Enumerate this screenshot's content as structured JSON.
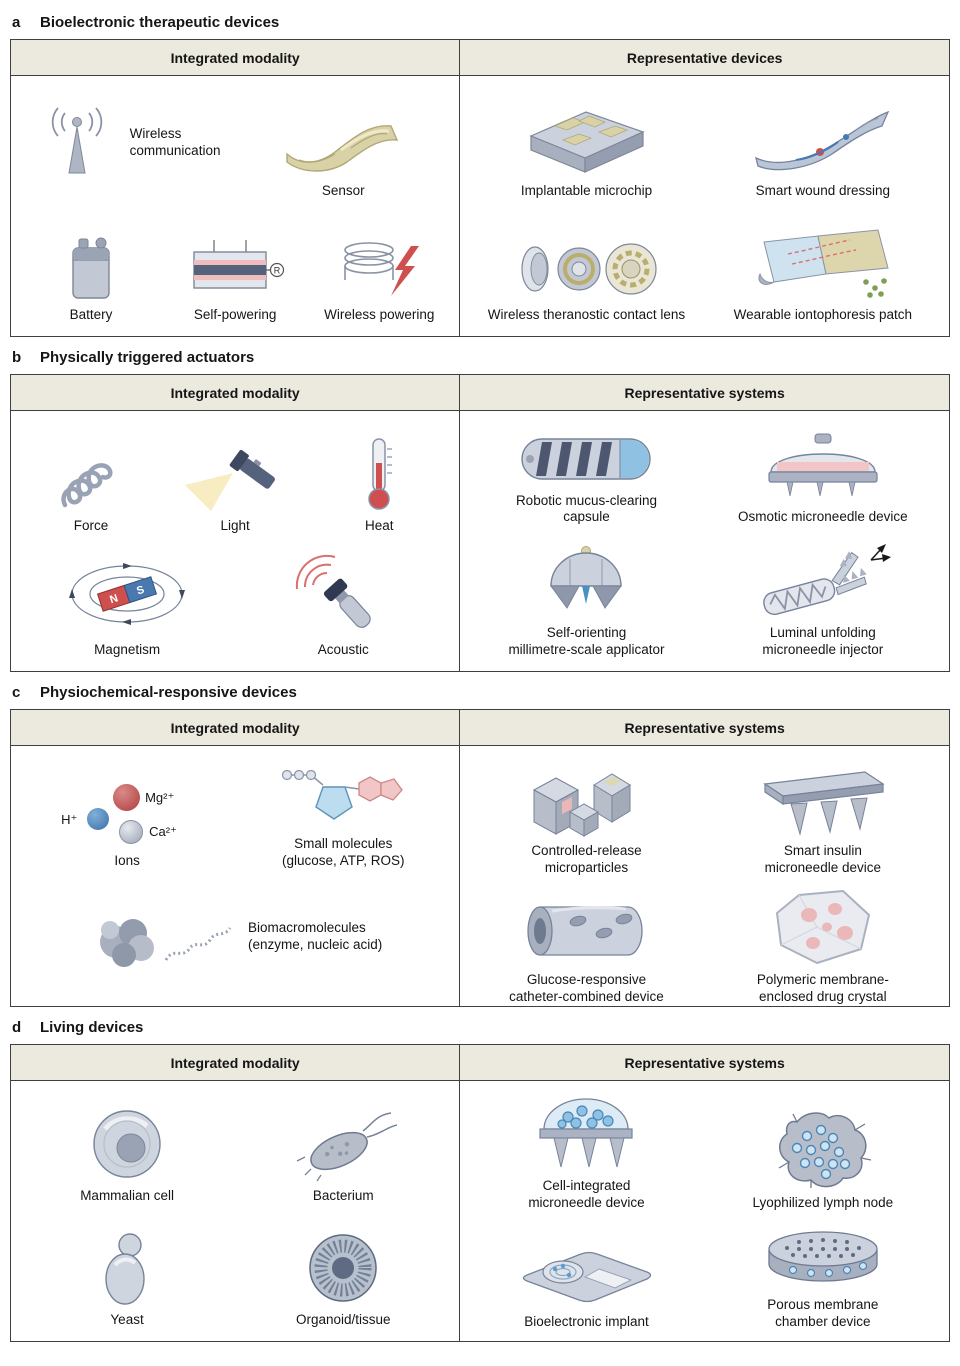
{
  "theme": {
    "header_bg": "#ECEADE",
    "border": "#3f3f3f",
    "accent_red": "#c94f4f",
    "accent_blue": "#7fb0d8",
    "accent_tan": "#d9d2a6",
    "icon_gray": "#c3c9d4"
  },
  "panels": {
    "a": {
      "letter": "a",
      "title": "Bioelectronic therapeutic devices",
      "headers": {
        "left": "Integrated modality",
        "right": "Representative devices"
      },
      "modality": {
        "wireless_communication": "Wireless\ncommunication",
        "sensor": "Sensor",
        "battery": "Battery",
        "self_powering": "Self-powering",
        "self_powering_r": "R",
        "wireless_powering": "Wireless powering"
      },
      "representative": {
        "microchip": "Implantable microchip",
        "wound_dressing": "Smart wound dressing",
        "contact_lens": "Wireless theranostic contact lens",
        "iontophoresis_patch": "Wearable iontophoresis patch"
      }
    },
    "b": {
      "letter": "b",
      "title": "Physically triggered actuators",
      "headers": {
        "left": "Integrated modality",
        "right": "Representative systems"
      },
      "modality": {
        "force": "Force",
        "light": "Light",
        "heat": "Heat",
        "magnetism": "Magnetism",
        "magnet_n": "N",
        "magnet_s": "S",
        "acoustic": "Acoustic"
      },
      "representative": {
        "capsule": "Robotic mucus-clearing\ncapsule",
        "osmotic": "Osmotic microneedle device",
        "applicator": "Self-orienting\nmillimetre-scale applicator",
        "luminal": "Luminal unfolding\nmicroneedle injector"
      }
    },
    "c": {
      "letter": "c",
      "title": "Physiochemical-responsive devices",
      "headers": {
        "left": "Integrated modality",
        "right": "Representative systems"
      },
      "modality": {
        "ion_h": "H⁺",
        "ion_mg": "Mg²⁺",
        "ion_ca": "Ca²⁺",
        "ions": "Ions",
        "small_molecules": "Small molecules\n(glucose, ATP, ROS)",
        "biomacromolecules": "Biomacromolecules\n(enzyme, nucleic acid)"
      },
      "representative": {
        "microparticles": "Controlled-release\nmicroparticles",
        "insulin_microneedle": "Smart insulin\nmicroneedle device",
        "catheter": "Glucose-responsive\ncatheter-combined device",
        "drug_crystal": "Polymeric membrane-\nenclosed drug crystal"
      }
    },
    "d": {
      "letter": "d",
      "title": "Living devices",
      "headers": {
        "left": "Integrated modality",
        "right": "Representative systems"
      },
      "modality": {
        "mammalian_cell": "Mammalian cell",
        "bacterium": "Bacterium",
        "yeast": "Yeast",
        "organoid": "Organoid/tissue"
      },
      "representative": {
        "cell_microneedle": "Cell-integrated\nmicroneedle device",
        "lymph_node": "Lyophilized lymph node",
        "bioelectronic_implant": "Bioelectronic implant",
        "porous_membrane": "Porous membrane\nchamber device"
      }
    }
  }
}
